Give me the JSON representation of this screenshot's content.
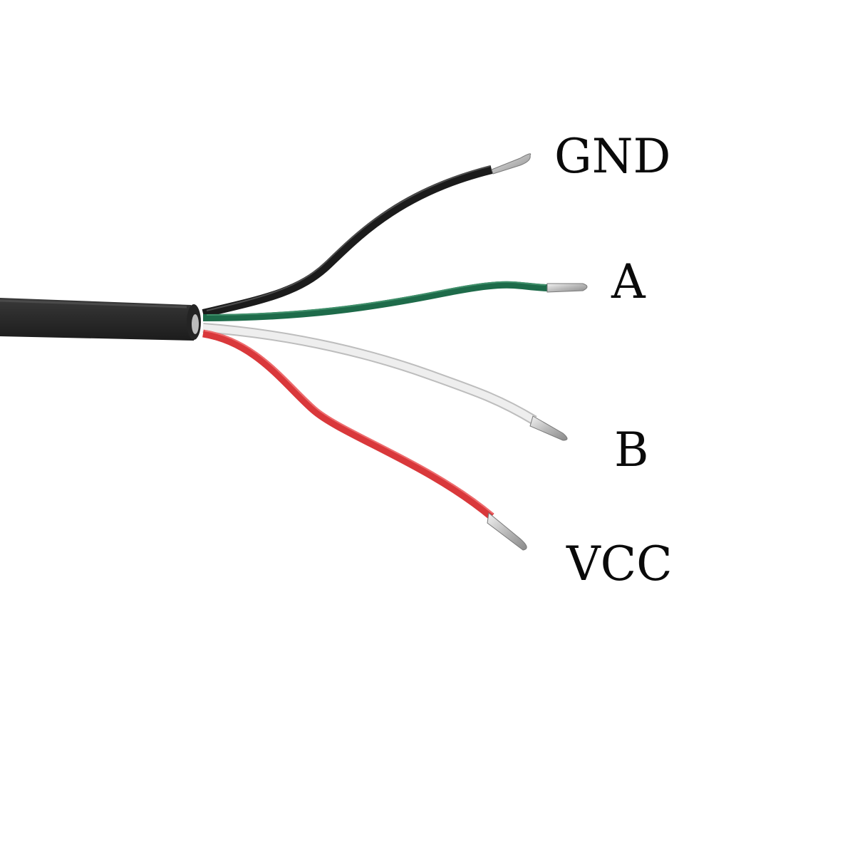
{
  "wires": [
    {
      "id": "gnd",
      "label": "GND",
      "color": "#1b1b1b"
    },
    {
      "id": "a",
      "label": "A",
      "color": "#1e6b4a"
    },
    {
      "id": "b",
      "label": "B",
      "color": "#e7e7e7"
    },
    {
      "id": "vcc",
      "label": "VCC",
      "color": "#d9383b"
    }
  ],
  "colors": {
    "background": "#ffffff",
    "jacket": "#2b2b2b",
    "conductor": "#c9c9c9",
    "text": "#0a0a0a"
  }
}
